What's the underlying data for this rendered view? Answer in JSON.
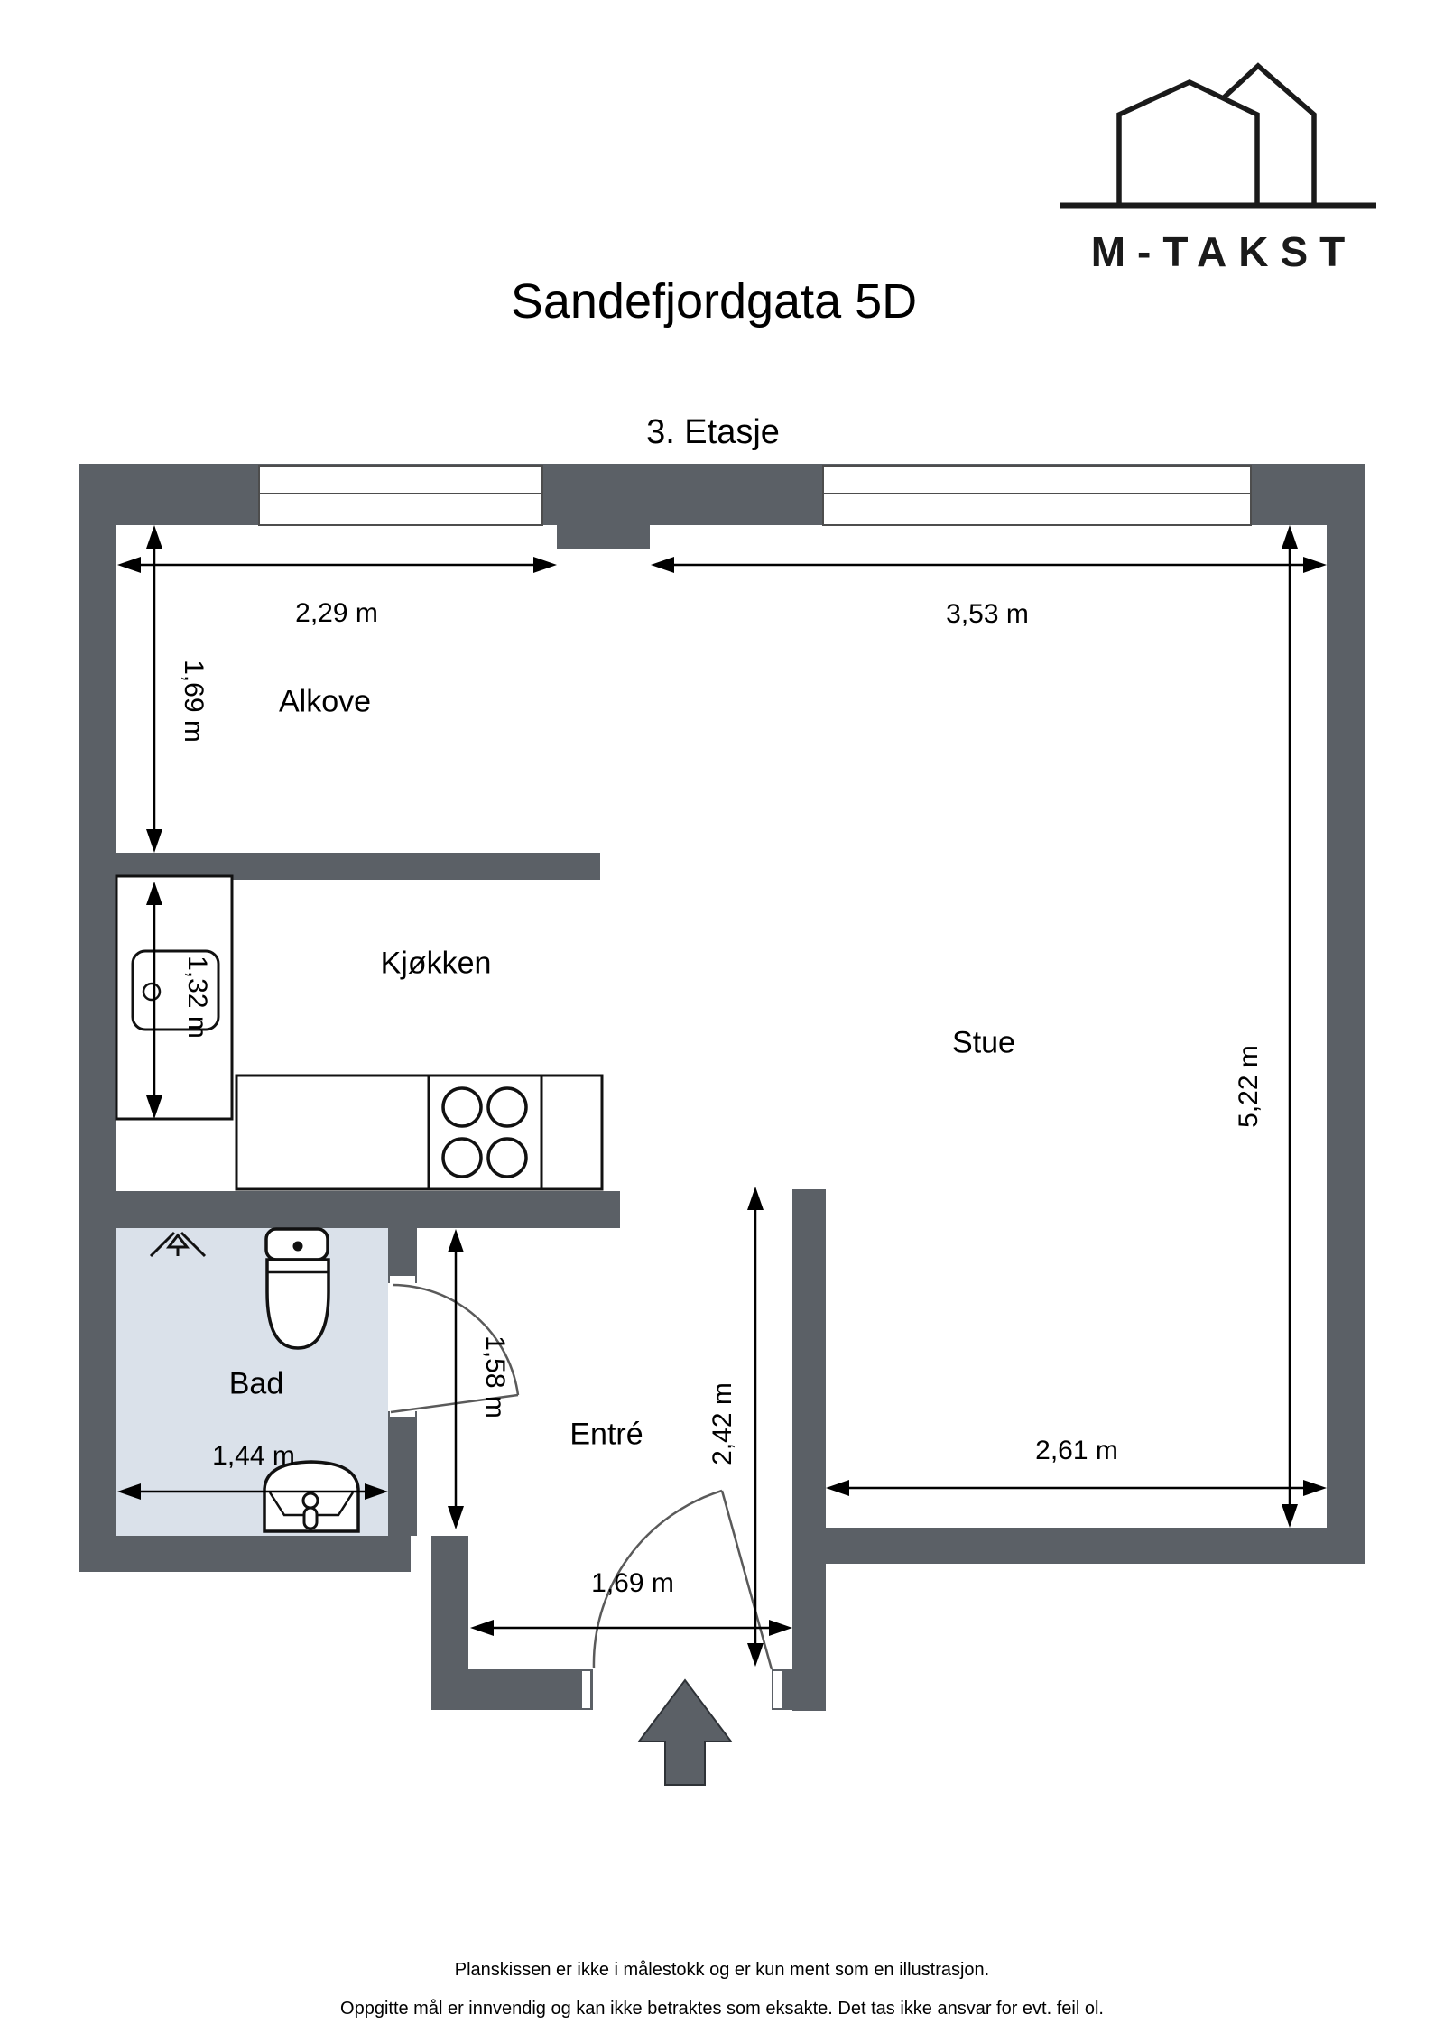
{
  "page": {
    "title": "Sandefjordgata 5D",
    "floor_label": "3. Etasje"
  },
  "logo": {
    "brand": "M-TAKST"
  },
  "rooms": {
    "alkove": "Alkove",
    "kjokken": "Kjøkken",
    "stue": "Stue",
    "bad": "Bad",
    "entre": "Entré"
  },
  "dimensions": {
    "alkove_width": "2,29 m",
    "stue_width": "3,53 m",
    "alkove_depth": "1,69 m",
    "kitchen_depth": "1,32 m",
    "stue_depth": "5,22 m",
    "bad_wall": "1,58 m",
    "bad_width": "1,44 m",
    "entre_depth": "2,42 m",
    "entre_width": "1,69 m",
    "stue_bottom_width": "2,61 m"
  },
  "footer": {
    "line1": "Planskissen er ikke i målestokk og er kun ment som en illustrasjon.",
    "line2": "Oppgitte mål er innvendig og kan ikke betraktes som eksakte. Det tas ikke ansvar for evt. feil ol."
  },
  "colors": {
    "wall": "#5b6066",
    "bathroom_floor": "#dae1ea",
    "line": "#111111",
    "door": "#5a5a5a"
  }
}
